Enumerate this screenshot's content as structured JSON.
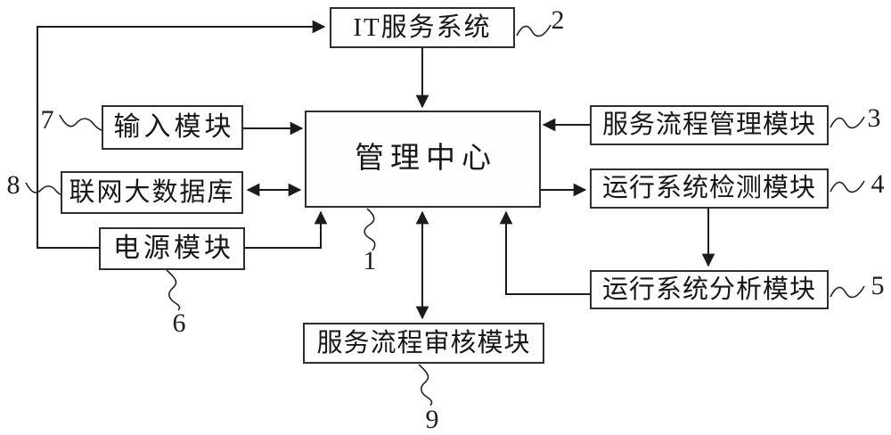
{
  "nodes": {
    "it_service_system": {
      "label": "IT服务系统",
      "ref": "2"
    },
    "management_center": {
      "label": "管理中心",
      "ref": "1"
    },
    "input_module": {
      "label": "输入模块",
      "ref": "7"
    },
    "networked_big_database": {
      "label": "联网大数据库",
      "ref": "8"
    },
    "power_module": {
      "label": "电源模块",
      "ref": "6"
    },
    "service_process_management_module": {
      "label": "服务流程管理模块",
      "ref": "3"
    },
    "operation_system_detection_module": {
      "label": "运行系统检测模块",
      "ref": "4"
    },
    "operation_system_analysis_module": {
      "label": "运行系统分析模块",
      "ref": "5"
    },
    "service_process_audit_module": {
      "label": "服务流程审核模块",
      "ref": "9"
    }
  },
  "edges": [
    {
      "from": "power_module",
      "to": "it_service_system",
      "direction": "one-way"
    },
    {
      "from": "it_service_system",
      "to": "management_center",
      "direction": "one-way"
    },
    {
      "from": "input_module",
      "to": "management_center",
      "direction": "one-way"
    },
    {
      "from": "networked_big_database",
      "to": "management_center",
      "direction": "two-way"
    },
    {
      "from": "power_module",
      "to": "management_center",
      "direction": "one-way"
    },
    {
      "from": "service_process_management_module",
      "to": "management_center",
      "direction": "one-way"
    },
    {
      "from": "management_center",
      "to": "operation_system_detection_module",
      "direction": "one-way"
    },
    {
      "from": "operation_system_detection_module",
      "to": "operation_system_analysis_module",
      "direction": "one-way"
    },
    {
      "from": "operation_system_analysis_module",
      "to": "management_center",
      "direction": "one-way"
    },
    {
      "from": "management_center",
      "to": "service_process_audit_module",
      "direction": "two-way"
    }
  ],
  "colors": {
    "background": "#ffffff",
    "line": "#1b1b1b",
    "box_border": "#2e2e2e",
    "text": "#171717"
  }
}
